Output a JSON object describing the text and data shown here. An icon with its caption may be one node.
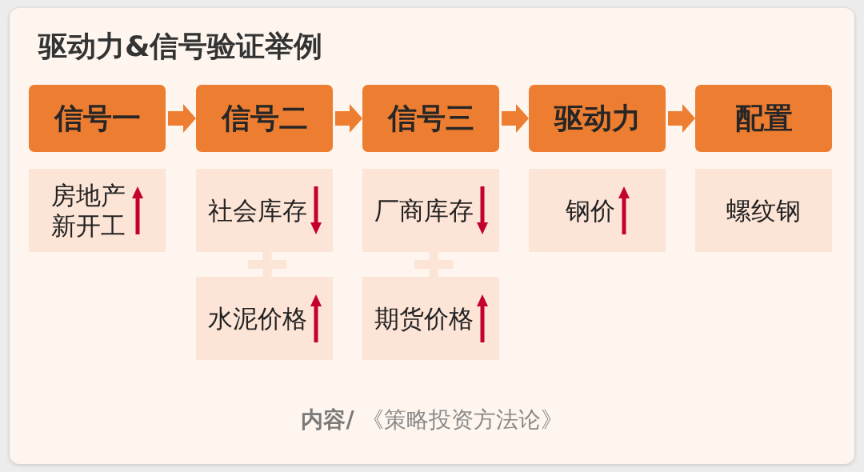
{
  "diagram": {
    "title": "驱动力&信号验证举例",
    "caption": "**内容/** 《策略投资方法论》",
    "nodes": [
      {
        "text": [
          "信号一"
        ]
      },
      {
        "text": [
          "信号二"
        ]
      },
      {
        "text": [
          "信号三"
        ]
      },
      {
        "text": [
          "驱动力"
        ]
      },
      {
        "text": [
          "配置"
        ]
      },
      {
        "text": [
          "房地产新开工"
        ]
      },
      {
        "text": [
          "社会库存"
        ]
      },
      {
        "text": [
          "厂商库存"
        ]
      },
      {
        "text": [
          "钢价"
        ]
      },
      {
        "text": [
          "螺纹钢"
        ]
      },
      {
        "text": [
          "水泥价格"
        ]
      },
      {
        "text": [
          "期货价格"
        ]
      }
    ],
    "edges": [
      {
        "from": 0,
        "to": 1,
        "arrow": "to"
      },
      {
        "from": 1,
        "to": 2,
        "arrow": "to"
      },
      {
        "from": 2,
        "to": 3,
        "arrow": "to"
      },
      {
        "from": 3,
        "to": 4,
        "arrow": "to"
      }
    ]
  }
}
